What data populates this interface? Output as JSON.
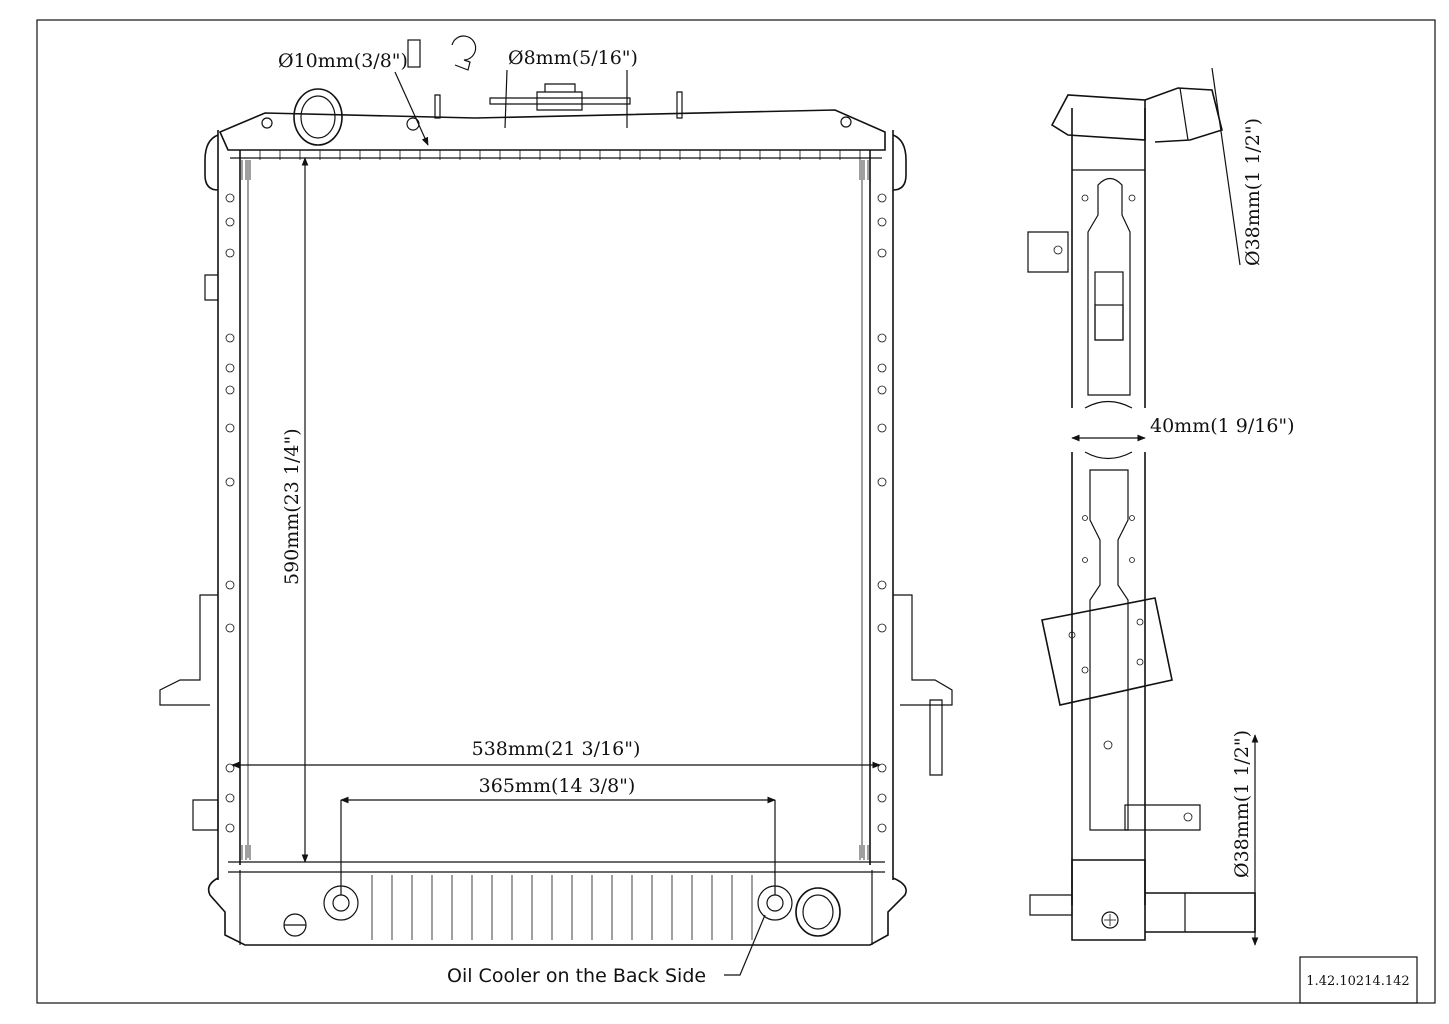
{
  "drawing": {
    "part_number": "1.42.10214.142",
    "dims": {
      "inlet_top_pipe": "Ø10mm(3/8\")",
      "overflow_pipe": "Ø8mm(5/16\")",
      "height": "590mm(23 1/4\")",
      "width": "538mm(21 3/16\")",
      "oil_cooler_spacing": "365mm(14 3/8\")",
      "core_thickness": "40mm(1 9/16\")",
      "upper_hose": "Ø38mm(1 1/2\")",
      "lower_hose": "Ø38mm(1 1/2\")"
    },
    "note": "Oil Cooler on the Back Side"
  }
}
